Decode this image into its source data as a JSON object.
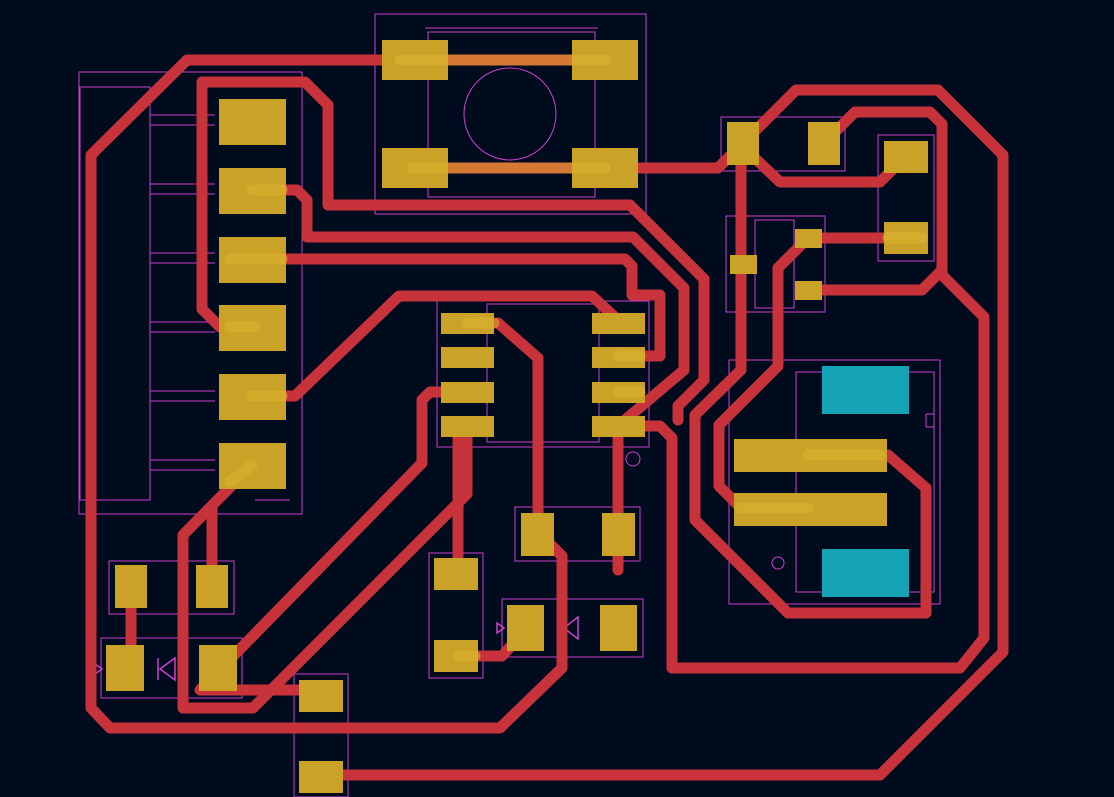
{
  "colors": {
    "background": "#000c1e",
    "trace": "#c8323a",
    "pad": "#c9a227",
    "pad_highlight": "#e0b431",
    "silk": "#cc3fcc",
    "copper_fill": "#16a3b5"
  },
  "view": {
    "layer_visible": [
      "front-copper",
      "silkscreen",
      "courtyard"
    ]
  }
}
